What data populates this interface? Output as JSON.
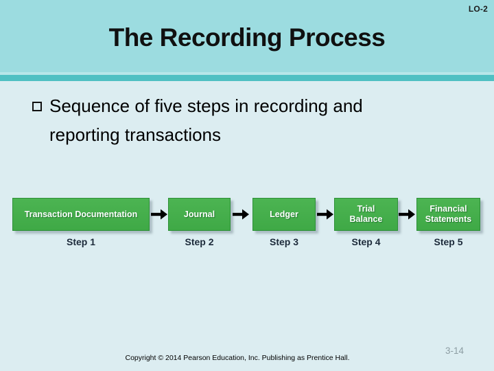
{
  "slide": {
    "lo_label": "LO-2",
    "title": "The Recording Process",
    "bullet_text": "Sequence of five steps in recording and reporting transactions",
    "footer_copyright": "Copyright © 2014 Pearson Education, Inc. Publishing as Prentice Hall.",
    "page_number": "3-14"
  },
  "diagram": {
    "steps": [
      {
        "box": "Transaction Documentation",
        "label": "Step 1"
      },
      {
        "box": "Journal",
        "label": "Step 2"
      },
      {
        "box": "Ledger",
        "label": "Step 3"
      },
      {
        "box": "Trial Balance",
        "label": "Step 4"
      },
      {
        "box": "Financial Statements",
        "label": "Step 5"
      }
    ],
    "arrow_icon": "right-arrow"
  },
  "colors": {
    "header_teal": "#9cdce0",
    "divider_light_teal": "#b7e6e9",
    "divider_dark_teal": "#4fc0c3",
    "body_background": "#dcedf1",
    "box_green": "#45ae4b",
    "box_border_green": "#2c8f36",
    "box_text": "#ffffff",
    "step_label": "#1c2a3a",
    "title_text": "#101010",
    "page_number_gray": "#8d9da3"
  }
}
